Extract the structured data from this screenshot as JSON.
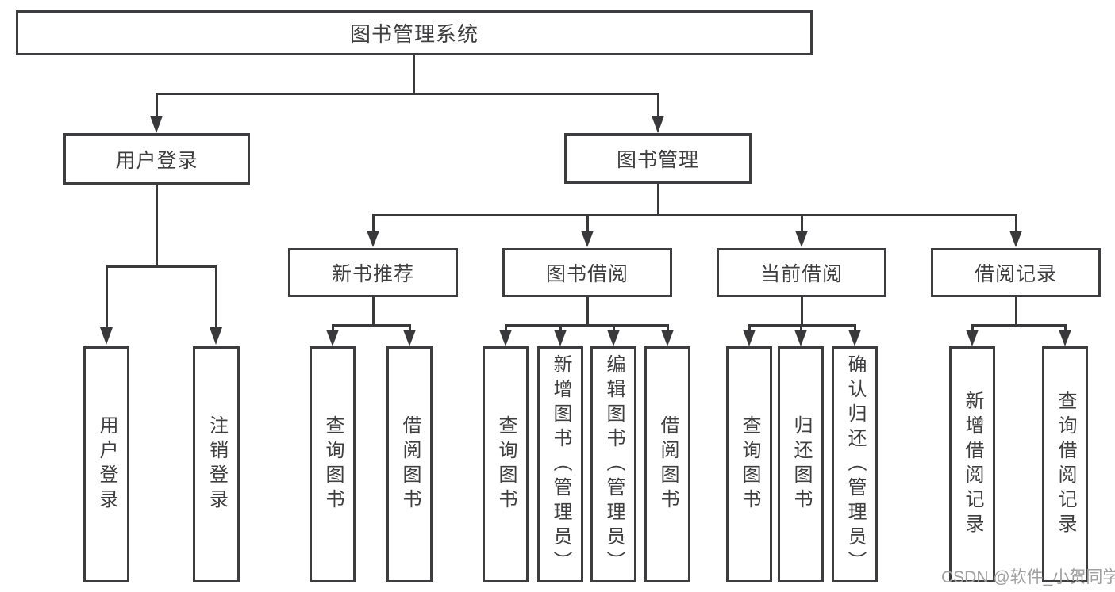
{
  "tree": {
    "label": "图书管理系统",
    "children": [
      {
        "label": "用户登录",
        "children": [
          {
            "label": "用户登录"
          },
          {
            "label": "注销登录"
          }
        ]
      },
      {
        "label": "图书管理",
        "children": [
          {
            "label": "新书推荐",
            "children": [
              {
                "label": "查询图书"
              },
              {
                "label": "借阅图书"
              }
            ]
          },
          {
            "label": "图书借阅",
            "children": [
              {
                "label": "查询图书"
              },
              {
                "label": "新增图书（管理员）"
              },
              {
                "label": "编辑图书（管理员）"
              },
              {
                "label": "借阅图书"
              }
            ]
          },
          {
            "label": "当前借阅",
            "children": [
              {
                "label": "查询图书"
              },
              {
                "label": "归还图书"
              },
              {
                "label": "确认归还（管理员）"
              }
            ]
          },
          {
            "label": "借阅记录",
            "children": [
              {
                "label": "新增借阅记录"
              },
              {
                "label": "查询借阅记录"
              }
            ]
          }
        ]
      }
    ]
  },
  "watermark": {
    "text": "CSDN @软件_小贺同学"
  },
  "colors": {
    "line": "#39393b",
    "box_border": "#3d3d3f",
    "text": "#3f3f41",
    "watermark": "#a0a0a0",
    "background": "#ffffff"
  }
}
